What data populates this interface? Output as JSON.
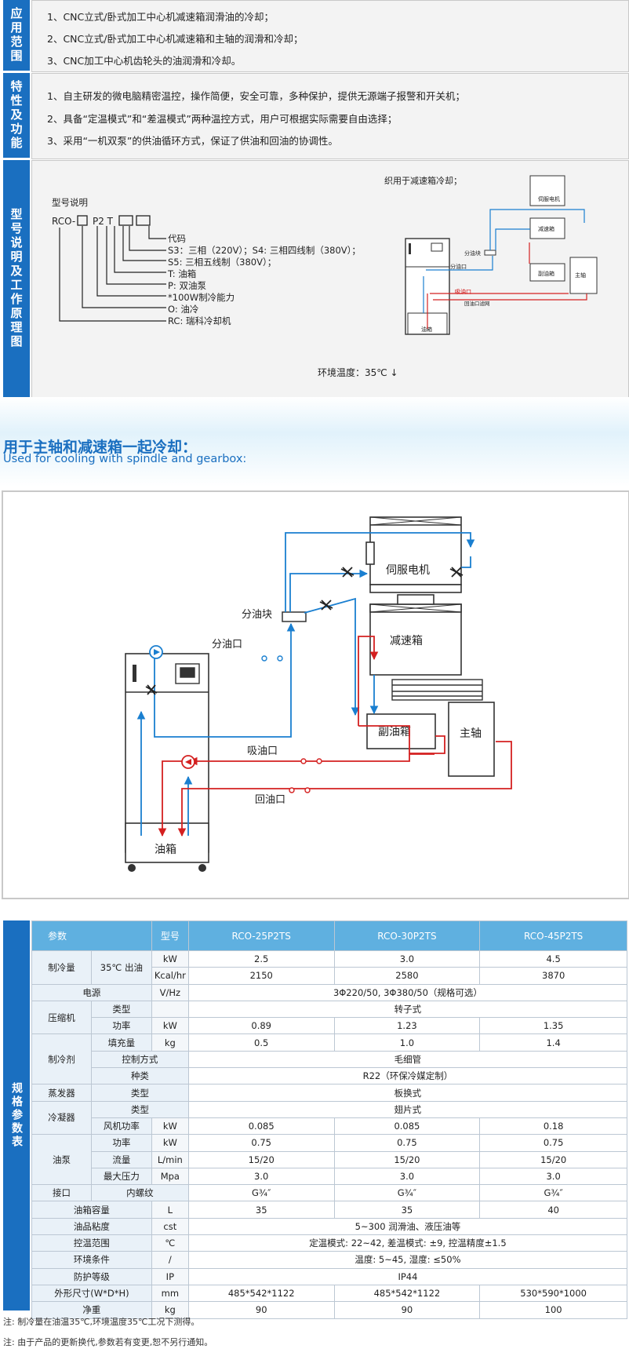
{
  "sections": {
    "application": {
      "title": "应用范围",
      "lines": [
        "1、CNC立式/卧式加工中心机减速箱润滑油的冷却；",
        "2、CNC立式/卧式加工中心机减速箱和主轴的润滑和冷却；",
        "3、CNC加工中心机齿轮头的油润滑和冷却。"
      ]
    },
    "features": {
      "title": "特性及功能",
      "lines": [
        "1、自主研发的微电脑精密温控，操作简便，安全可靠，多种保护，提供无源端子报警和开关机；",
        "2、具备“定温模式”和“差温模式”两种温控方式，用户可根据实际需要自由选择；",
        "3、采用“一机双泵”的供油循环方式，保证了供油和回油的协调性。"
      ]
    },
    "model": {
      "title": "型号说明及工作原理图",
      "model_title": "型号说明",
      "model_code_prefix": "RCO-",
      "model_code_mid": "P2 T",
      "legend": [
        "代码",
        "S3：三相（220V）；S4: 三相四线制（380V）；",
        "S5: 三相五线制（380V）；",
        "T: 油箱",
        "P: 双油泵",
        "*100W制冷能力",
        "O: 油冷",
        "RC: 瑞科冷却机"
      ],
      "small_diagram_caption": "织用于减速箱冷却；",
      "small_labels": {
        "servo": "伺服电机",
        "gearbox": "减速箱",
        "splitter": "分油块",
        "outlet": "分油口",
        "suction": "吸油口",
        "return": "回油口滤网",
        "sub_tank": "副油箱",
        "spindle": "主轴",
        "tank": "油箱"
      },
      "ambient": "环境温度：35℃ ↓"
    }
  },
  "diagram_header": {
    "cn": "用于主轴和减速箱一起冷却：",
    "en": "Used for cooling with spindle and gearbox:"
  },
  "diagram_labels": {
    "servo": "伺服电机",
    "gearbox": "减速箱",
    "splitter": "分油块",
    "outlet": "分油口",
    "sub_tank": "副油箱",
    "spindle": "主轴",
    "suction": "吸油口",
    "return": "回油口",
    "tank": "油箱"
  },
  "spec": {
    "title": "规格参数表",
    "header": {
      "param": "参数",
      "model": "型号",
      "models": [
        "RCO-25P2TS",
        "RCO-30P2TS",
        "RCO-45P2TS"
      ]
    },
    "cooling": {
      "label": "制冷量",
      "cond": "35℃ 出油",
      "rows": [
        {
          "unit": "kW",
          "v": [
            "2.5",
            "3.0",
            "4.5"
          ]
        },
        {
          "unit": "Kcal/hr",
          "v": [
            "2150",
            "2580",
            "3870"
          ]
        }
      ]
    },
    "power": {
      "label": "电源",
      "unit": "V/Hz",
      "value": "3Φ220/50, 3Φ380/50（规格可选）"
    },
    "compressor": {
      "label": "压缩机",
      "type_label": "类型",
      "type_value": "转子式",
      "power_label": "功率",
      "power_unit": "kW",
      "power_v": [
        "0.89",
        "1.23",
        "1.35"
      ]
    },
    "refrigerant": {
      "label": "制冷剂",
      "charge_label": "填充量",
      "charge_unit": "kg",
      "charge_v": [
        "0.5",
        "1.0",
        "1.4"
      ],
      "control_label": "控制方式",
      "control_value": "毛细管",
      "kind_label": "种类",
      "kind_value": "R22（环保冷媒定制）"
    },
    "evaporator": {
      "label": "蒸发器",
      "type_label": "类型",
      "type_value": "板换式"
    },
    "condenser": {
      "label": "冷凝器",
      "type_label": "类型",
      "type_value": "翅片式",
      "fan_label": "风机功率",
      "fan_unit": "kW",
      "fan_v": [
        "0.085",
        "0.085",
        "0.18"
      ]
    },
    "pump": {
      "label": "油泵",
      "rows": [
        {
          "label": "功率",
          "unit": "kW",
          "v": [
            "0.75",
            "0.75",
            "0.75"
          ]
        },
        {
          "label": "流量",
          "unit": "L/min",
          "v": [
            "15/20",
            "15/20",
            "15/20"
          ]
        },
        {
          "label": "最大压力",
          "unit": "Mpa",
          "v": [
            "3.0",
            "3.0",
            "3.0"
          ]
        }
      ]
    },
    "port": {
      "label": "接口",
      "sub": "内螺纹",
      "v": [
        "G¾″",
        "G¾″",
        "G¾″"
      ]
    },
    "tank": {
      "label": "油箱容量",
      "unit": "L",
      "v": [
        "35",
        "35",
        "40"
      ]
    },
    "viscosity": {
      "label": "油品粘度",
      "unit": "cst",
      "value": "5~300 润滑油、液压油等"
    },
    "control_range": {
      "label": "控温范围",
      "unit": "℃",
      "value": "定温模式: 22~42, 差温模式: ±9, 控温精度±1.5"
    },
    "environment": {
      "label": "环境条件",
      "unit": "/",
      "value": "温度: 5~45, 湿度: ≤50%"
    },
    "protection": {
      "label": "防护等级",
      "unit": "IP",
      "value": "IP44"
    },
    "dimension": {
      "label": "外形尺寸(W*D*H)",
      "unit": "mm",
      "v": [
        "485*542*1122",
        "485*542*1122",
        "530*590*1000"
      ]
    },
    "weight": {
      "label": "净重",
      "unit": "kg",
      "v": [
        "90",
        "90",
        "100"
      ]
    }
  },
  "notes": [
    "注: 制冷量在油温35℃,环境温度35℃工况下测得。",
    "注: 由于产品的更新换代,参数若有变更,恕不另行通知。"
  ]
}
